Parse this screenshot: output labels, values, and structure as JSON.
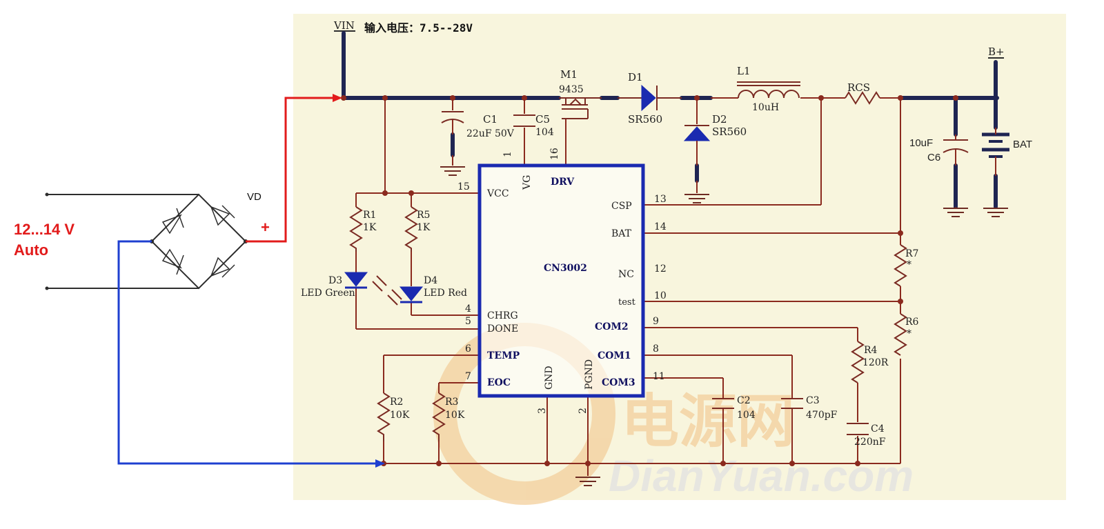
{
  "header": {
    "vin": "VIN",
    "input_voltage": "输入电压：7.5--28V",
    "bplus": "B+"
  },
  "external": {
    "bridge_label": "VD",
    "supply_line1": "12...14 V",
    "supply_line2": "Auto",
    "plus_sign": "+"
  },
  "chip": {
    "name": "CN3002",
    "pins": {
      "vcc": "VCC",
      "vg": "VG",
      "drv": "DRV",
      "csp": "CSP",
      "bat": "BAT",
      "nc": "NC",
      "test": "test",
      "chrg": "CHRG",
      "done": "DONE",
      "com2": "COM2",
      "temp": "TEMP",
      "com1": "COM1",
      "eoc": "EOC",
      "gnd": "GND",
      "pgnd": "PGND",
      "com3": "COM3"
    },
    "pin_numbers": {
      "p1": "1",
      "p16": "16",
      "p15": "15",
      "p13": "13",
      "p14": "14",
      "p12": "12",
      "p10": "10",
      "p4": "4",
      "p5": "5",
      "p9": "9",
      "p6": "6",
      "p8": "8",
      "p7": "7",
      "p11": "11",
      "p3": "3",
      "p2": "2"
    }
  },
  "components": {
    "m1": "M1",
    "m1_val": "9435",
    "d1": "D1",
    "d1_val": "SR560",
    "d2": "D2",
    "d2_val": "SR560",
    "l1": "L1",
    "l1_val": "10uH",
    "rcs": "RCS",
    "c1": "C1",
    "c1_val": "22uF 50V",
    "c5": "C5",
    "c5_val": "104",
    "c6": "C6",
    "c6_val": "10uF",
    "bat": "BAT",
    "r1": "R1",
    "r1_val": "1K",
    "r5": "R5",
    "r5_val": "1K",
    "d3": "D3",
    "d3_val": "LED Green",
    "d4": "D4",
    "d4_val": "LED Red",
    "r7": "R7",
    "r7_val": "*",
    "r6": "R6",
    "r6_val": "*",
    "r4": "R4",
    "r4_val": "120R",
    "c4": "C4",
    "c4_val": "220nF",
    "c2": "C2",
    "c2_val": "104",
    "c3": "C3",
    "c3_val": "470pF",
    "r2": "R2",
    "r2_val": "10K",
    "r3": "R3",
    "r3_val": "10K"
  },
  "watermark": {
    "cn": "电源网",
    "en": "DianYuan.com"
  },
  "colors": {
    "background": "#f8f5dd",
    "wire": "#8b2a1e",
    "bus": "#1f2552",
    "chip_border": "#1a2ab0",
    "red": "#e21b1b",
    "blue": "#1e3fd0",
    "watermark": "#f3cf9c"
  }
}
